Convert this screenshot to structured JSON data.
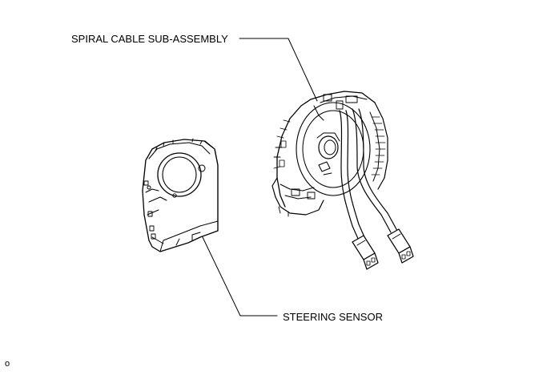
{
  "labels": {
    "spiral_cable": "SPIRAL CABLE SUB-ASSEMBLY",
    "steering_sensor": "STEERING SENSOR"
  },
  "figure_id": "o",
  "colors": {
    "line": "#000000",
    "background": "#ffffff",
    "hole_shade": "#dddddd",
    "connector_fill": "#ffffff"
  },
  "icons": {
    "spiral_cable": "spiral-cable-sub-assembly-icon",
    "steering_sensor": "steering-sensor-icon"
  }
}
